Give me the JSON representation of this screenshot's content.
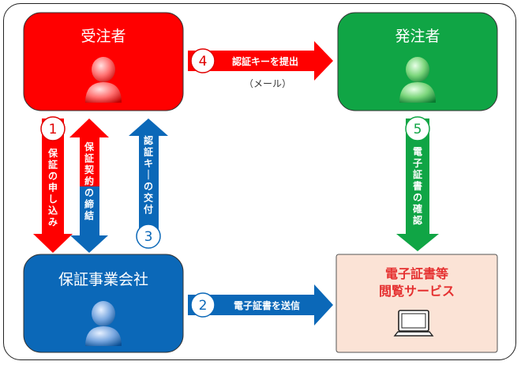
{
  "nodes": {
    "contractor": {
      "title": "受注者"
    },
    "orderer": {
      "title": "発注者"
    },
    "guarantor": {
      "title": "保証事業会社"
    },
    "service": {
      "title_line1": "電子証書等",
      "title_line2": "閲覧サービス"
    }
  },
  "steps": {
    "step1": {
      "number": "1",
      "label": "保証の申し込み"
    },
    "step1b": {
      "label": "保証契約の締結"
    },
    "step2": {
      "number": "2",
      "label": "電子証書を送信"
    },
    "step3": {
      "number": "3",
      "label": "認証キーの交付"
    },
    "step4": {
      "number": "4",
      "label": "認証キーを提出",
      "note": "（メール）"
    },
    "step5": {
      "number": "5",
      "label": "電子証書の確認"
    }
  },
  "colors": {
    "red": "#ff0000",
    "blue": "#0b68b8",
    "green": "#10a545",
    "service_bg": "#fbe3d6"
  },
  "icons": [
    "person-icon",
    "computer-icon"
  ]
}
